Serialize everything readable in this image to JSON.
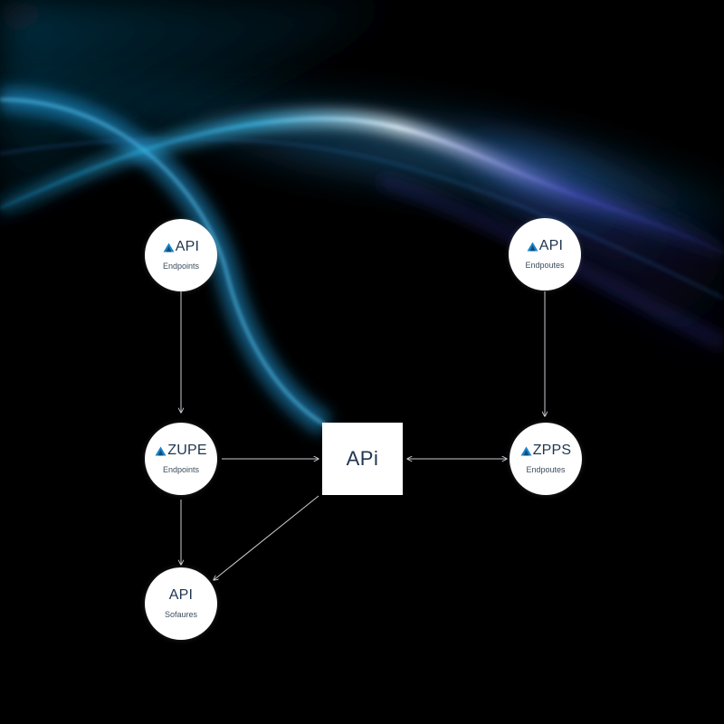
{
  "colors": {
    "background": "#000000",
    "glow_cyan": "#1aa3e0",
    "glow_violet": "#4a4fc8",
    "node_fill": "#ffffff",
    "node_text": "#1f3550",
    "edge": "#c8ccd2",
    "logo": "#1b84c9"
  },
  "nodes": {
    "top_left": {
      "title": "API",
      "subtitle": "Endpoints",
      "logo": "triangle-logo"
    },
    "top_right": {
      "title": "API",
      "subtitle": "Endpoutes",
      "logo": "triangle-logo"
    },
    "middle_left": {
      "title": "ZUPE",
      "subtitle": "Endpoints",
      "logo": "triangle-logo"
    },
    "middle_right": {
      "title": "ZPPS",
      "subtitle": "Endpoutes",
      "logo": "triangle-logo"
    },
    "bottom_left": {
      "title": "API",
      "subtitle": "Sofaures"
    }
  },
  "hub": {
    "label": "APi"
  }
}
